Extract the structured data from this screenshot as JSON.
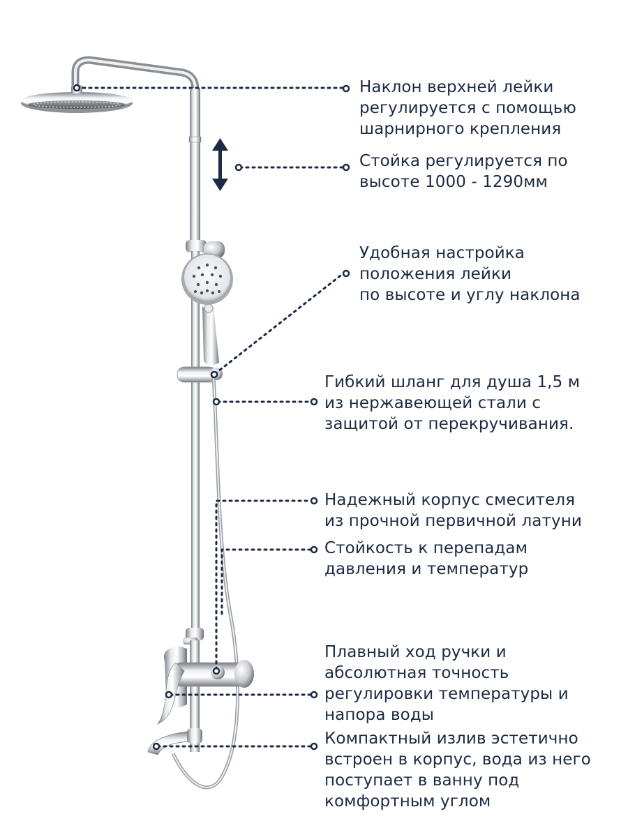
{
  "colors": {
    "leader": "#1c2a44",
    "text": "#1c2a44",
    "chrome_dark": "#6f747a",
    "chrome_mid": "#c4c8cc",
    "chrome_light": "#f4f5f6"
  },
  "callouts": [
    {
      "id": "head-tilt",
      "lines": [
        "Наклон верхней лейки",
        "регулируется с помощью",
        "шарнирного крепления"
      ]
    },
    {
      "id": "height",
      "lines": [
        "Стойка регулируется по",
        "высоте 1000 - 1290мм"
      ]
    },
    {
      "id": "handset",
      "lines": [
        "Удобная настройка",
        "положения лейки",
        "по высоте и углу наклона"
      ]
    },
    {
      "id": "hose",
      "lines": [
        "Гибкий шланг для душа 1,5 м",
        "из нержавеющей стали с",
        "защитой от перекручивания."
      ]
    },
    {
      "id": "body",
      "lines": [
        "Надежный корпус смесителя",
        "из прочной первичной латуни"
      ]
    },
    {
      "id": "pressure",
      "lines": [
        "Стойкость к перепадам",
        "давления и температур"
      ]
    },
    {
      "id": "handle",
      "lines": [
        "Плавный ход ручки и",
        "абсолютная точность",
        "регулировки температуры и",
        "напора воды"
      ]
    },
    {
      "id": "spout",
      "lines": [
        "Компактный излив эстетично",
        "встроен в корпус, вода из него",
        "поступает в ванну под",
        "комфортным углом"
      ]
    }
  ]
}
